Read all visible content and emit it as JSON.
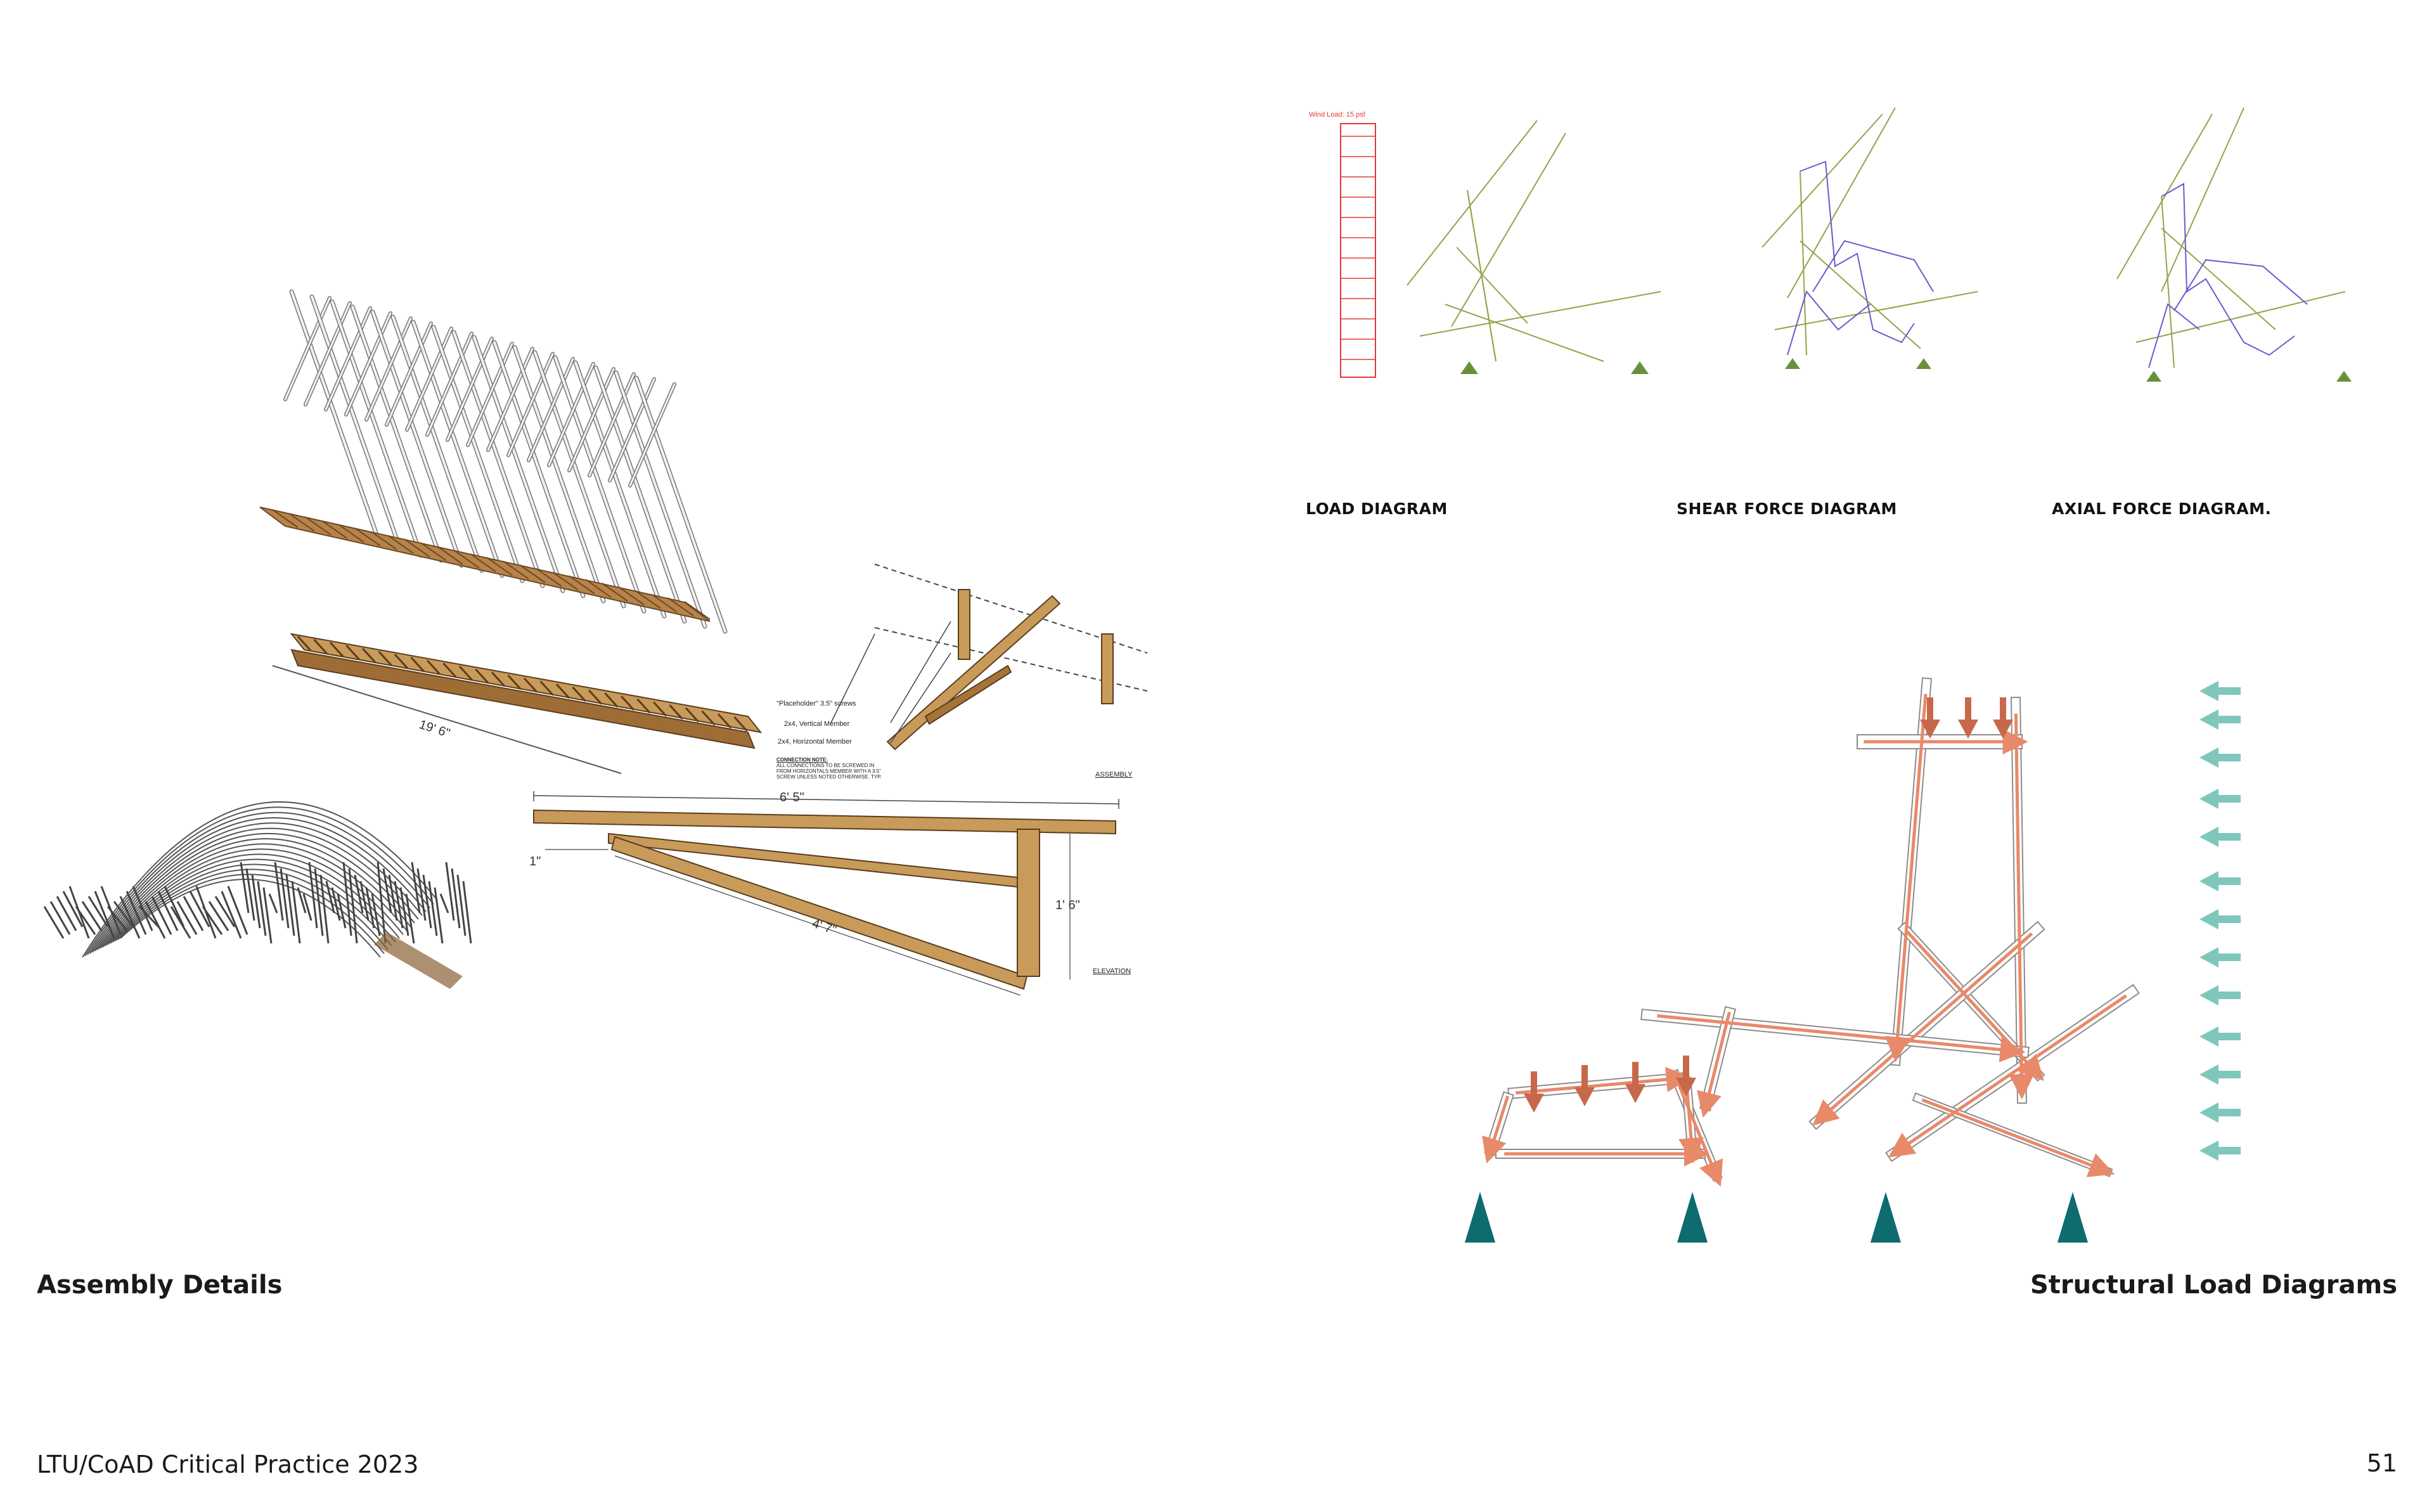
{
  "left": {
    "title": "Assembly Details",
    "callouts": {
      "screws": "\"Placeholder\" 3.5\" screws",
      "vertical": "2x4, Vertical Member",
      "horizontal": "2x4, Horizontal Member",
      "note_title": "CONNECTION NOTE:",
      "note_line1": "ALL CONNECTIONS TO BE SCREWED IN",
      "note_line2": "FROM HORIZONTALS MEMBER WITH A 3.5\"",
      "note_line3": "SCREW UNLESS NOTED OTHERWISE. TYP."
    },
    "assembly_label": "ASSEMBLY",
    "elevation_label": "ELEVATION",
    "dimensions": {
      "platform_length": "19' 6\"",
      "span": "6' 5\"",
      "offset": "1\"",
      "brace": "4' 7\"",
      "height": "1' 6\""
    }
  },
  "right": {
    "title": "Structural Load Diagrams",
    "wind_load": "Wind Load: 15 psf",
    "diagram_labels": [
      "LOAD DIAGRAM",
      "SHEAR FORCE DIAGRAM",
      "AXIAL FORCE DIAGRAM."
    ]
  },
  "footer": {
    "course": "LTU/CoAD Critical Practice 2023",
    "page_number": "51"
  },
  "colors": {
    "timber": "#c89b5a",
    "load_red": "#c8684a",
    "axial_arrow": "#e8896a",
    "support_teal": "#0e6b6e",
    "wind_teal": "#7fc7bd",
    "diagram_red": "#e53935",
    "diagram_olive": "#9aa04a",
    "diagram_purple": "#6a5acd"
  }
}
